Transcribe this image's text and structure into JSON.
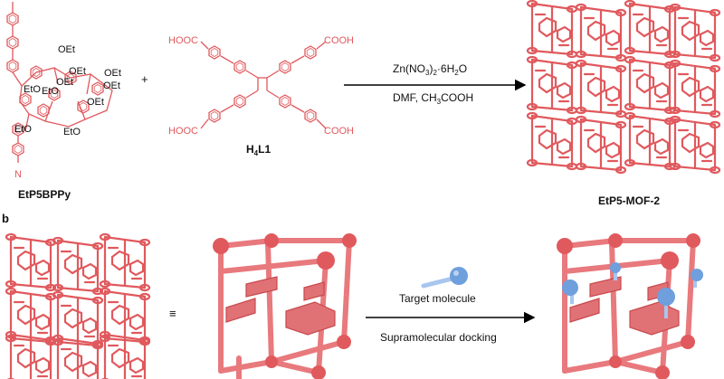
{
  "colors": {
    "structure": "#e0595d",
    "framework": "#e8797d",
    "framework_dark": "#c8494d",
    "guest": "#6f9fdc",
    "arrow": "#000000"
  },
  "panel_a": {
    "reactant1_substituents": [
      "OEt",
      "OEt",
      "EtO",
      "OEt",
      "EtO",
      "OEt",
      "OEt",
      "EtO",
      "OEt",
      "EtO"
    ],
    "reactant1_name": "EtP5BPPy",
    "n_atom": "N",
    "plus": "+",
    "linker_groups": [
      "HOOC",
      "COOH",
      "HOOC",
      "COOH"
    ],
    "linker_name_main": "H",
    "linker_name_sub": "4",
    "linker_name_rest": "L1",
    "reagent_top_parts": [
      "Zn(NO",
      "3",
      ")",
      "2",
      "·6H",
      "2",
      "O"
    ],
    "reagent_bottom_parts": [
      "DMF, CH",
      "3",
      "COOH"
    ],
    "product_name": "EtP5-MOF-2"
  },
  "panel_b": {
    "label": "b",
    "equiv": "≡",
    "guest_label": "Target molecule",
    "process_label": "Supramolecular docking"
  }
}
